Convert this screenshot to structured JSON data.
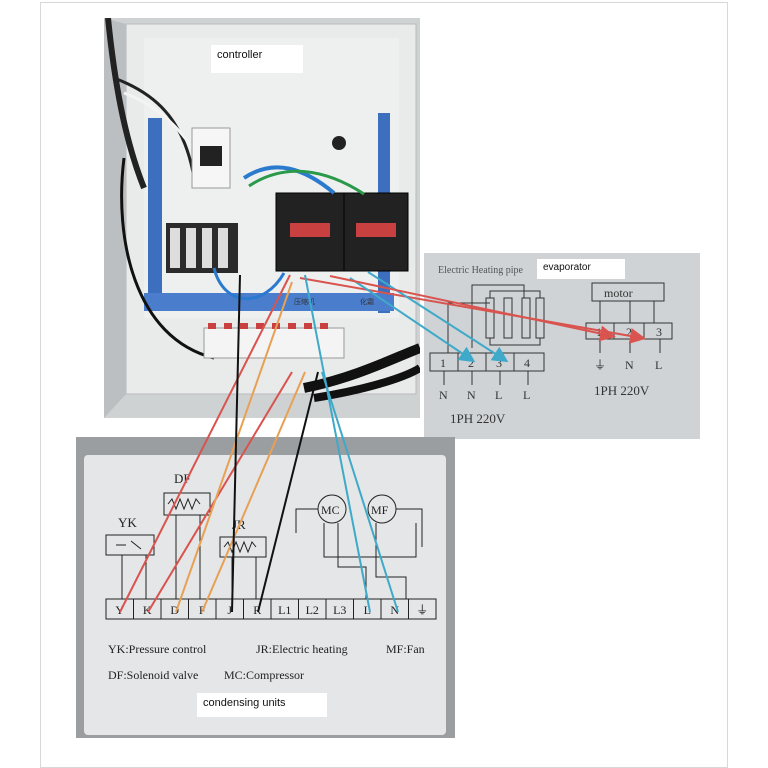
{
  "labels": {
    "controller": "controller",
    "evaporator": "evaporator",
    "condensing_units": "condensing units"
  },
  "evaporator": {
    "heating_title": "Electric Heating pipe",
    "motor": "motor",
    "left_terminals": [
      "1",
      "2",
      "3",
      "4"
    ],
    "left_letters": [
      "N",
      "N",
      "L",
      "L"
    ],
    "left_supply": "1PH  220V",
    "right_terminals": [
      "1",
      "2",
      "3"
    ],
    "right_letters": [
      "⏚",
      "N",
      "L"
    ],
    "right_supply": "1PH 220V"
  },
  "condensing": {
    "components": {
      "df": "DF",
      "yk": "YK",
      "jr": "JR",
      "mc": "MC",
      "mf": "MF"
    },
    "terminals": [
      "Y",
      "K",
      "D",
      "F",
      "J",
      "R",
      "L1",
      "L2",
      "L3",
      "L",
      "N",
      "⏚"
    ],
    "legend": {
      "line1": "YK:Pressure control",
      "line1b": "JR:Electric heating",
      "line1c": "MF:Fan",
      "line2": "DF:Solenoid valve",
      "line2b": "MC:Compressor"
    }
  },
  "photo": {
    "contactor_label_a": "压缩机",
    "contactor_label_b": "化霜"
  },
  "colors": {
    "wire_red": "#d9534f",
    "wire_blue": "#3fa9c9",
    "wire_orange": "#e8a055",
    "wire_black": "#111111",
    "din_rail_blue": "#3d6fbf"
  }
}
